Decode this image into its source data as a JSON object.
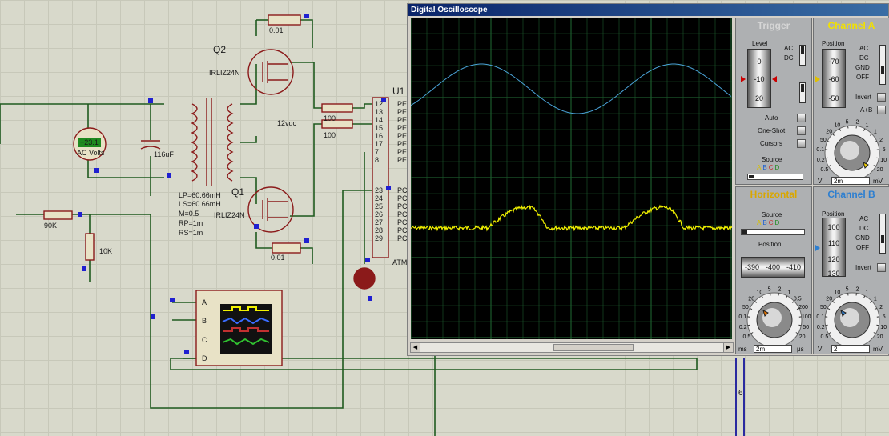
{
  "oscilloscope": {
    "title": "Digital Oscilloscope",
    "trigger": {
      "title": "Trigger",
      "level_label": "Level",
      "drum": [
        "0",
        "-10",
        "20"
      ],
      "ac": "AC",
      "dc": "DC",
      "auto": "Auto",
      "one_shot": "One-Shot",
      "cursors": "Cursors",
      "source_label": "Source",
      "source": [
        "A",
        "B",
        "C",
        "D"
      ]
    },
    "channel_a": {
      "title": "Channel A",
      "position_label": "Position",
      "drum": [
        "-70",
        "-60",
        "-50"
      ],
      "ac": "AC",
      "dc": "DC",
      "gnd": "GND",
      "off": "OFF",
      "invert": "Invert",
      "aplusb": "A+B",
      "knob_scale": [
        "0.5",
        "0.2",
        "0.1",
        "50",
        "20",
        "10",
        "5",
        "2",
        "1",
        "1",
        "2",
        "5",
        "10",
        "20"
      ],
      "unit_left": "V",
      "value": "2m",
      "unit_right": "mV"
    },
    "horizontal": {
      "title": "Horizontal",
      "source_label": "Source",
      "source": [
        "A",
        "B",
        "C",
        "D"
      ],
      "position_label": "Position",
      "drum": [
        "-390",
        "-400",
        "-410"
      ],
      "knob_scale": [
        "0.5",
        "0.2",
        "0.1",
        "50",
        "20",
        "10",
        "5",
        "2",
        "1",
        "0.5",
        "200",
        "100",
        "50",
        "20"
      ],
      "unit_left": "ms",
      "value": "2m",
      "unit_right": "μs"
    },
    "channel_b": {
      "title": "Channel B",
      "position_label": "Position",
      "drum": [
        "100",
        "110",
        "120",
        "130"
      ],
      "ac": "AC",
      "dc": "DC",
      "gnd": "GND",
      "off": "OFF",
      "invert": "Invert",
      "knob_scale": [
        "0.5",
        "0.2",
        "0.1",
        "50",
        "20",
        "10",
        "5",
        "2",
        "1",
        "1",
        "2",
        "5",
        "10",
        "20"
      ],
      "unit_left": "V",
      "value": "2",
      "unit_right": "mV"
    },
    "traces": {
      "a_color": "#4aa3d8",
      "b_color": "#f2f200",
      "grid_color": "#1c5a2c"
    }
  },
  "schematic": {
    "labels": {
      "q2": "Q2",
      "q1": "Q1",
      "u1": "U1",
      "q2_part": "IRLIZ24N",
      "q1_part": "IRLIZ24N",
      "r_top": "0.01",
      "r_bottom": "0.01",
      "r100a": "100",
      "r100b": "100",
      "vdc": "12vdc",
      "cap": "116uF",
      "r90k": "90K",
      "r10k": "10K",
      "meter_value": "+23.1",
      "meter_label": "AC Volts",
      "lp": "LP=60.66mH",
      "ls": "LS=60.66mH",
      "m": "M=0.5",
      "rp": "RP=1m",
      "rs": "RS=1m",
      "atm": "ATM",
      "scope_a": "A",
      "scope_b": "B",
      "scope_c": "C",
      "scope_d": "D",
      "six": "6"
    },
    "pins": [
      "12",
      "13",
      "14",
      "15",
      "16",
      "17",
      "7",
      "8",
      "23",
      "24",
      "25",
      "26",
      "27",
      "28",
      "29"
    ],
    "pin_prefix_top": [
      "PE",
      "PE",
      "PE",
      "PE",
      "PE",
      "PE",
      "PE",
      "PE"
    ],
    "pin_prefix_bottom": [
      "PC",
      "PC",
      "PC",
      "PC",
      "PC",
      "PC",
      "PC"
    ]
  }
}
